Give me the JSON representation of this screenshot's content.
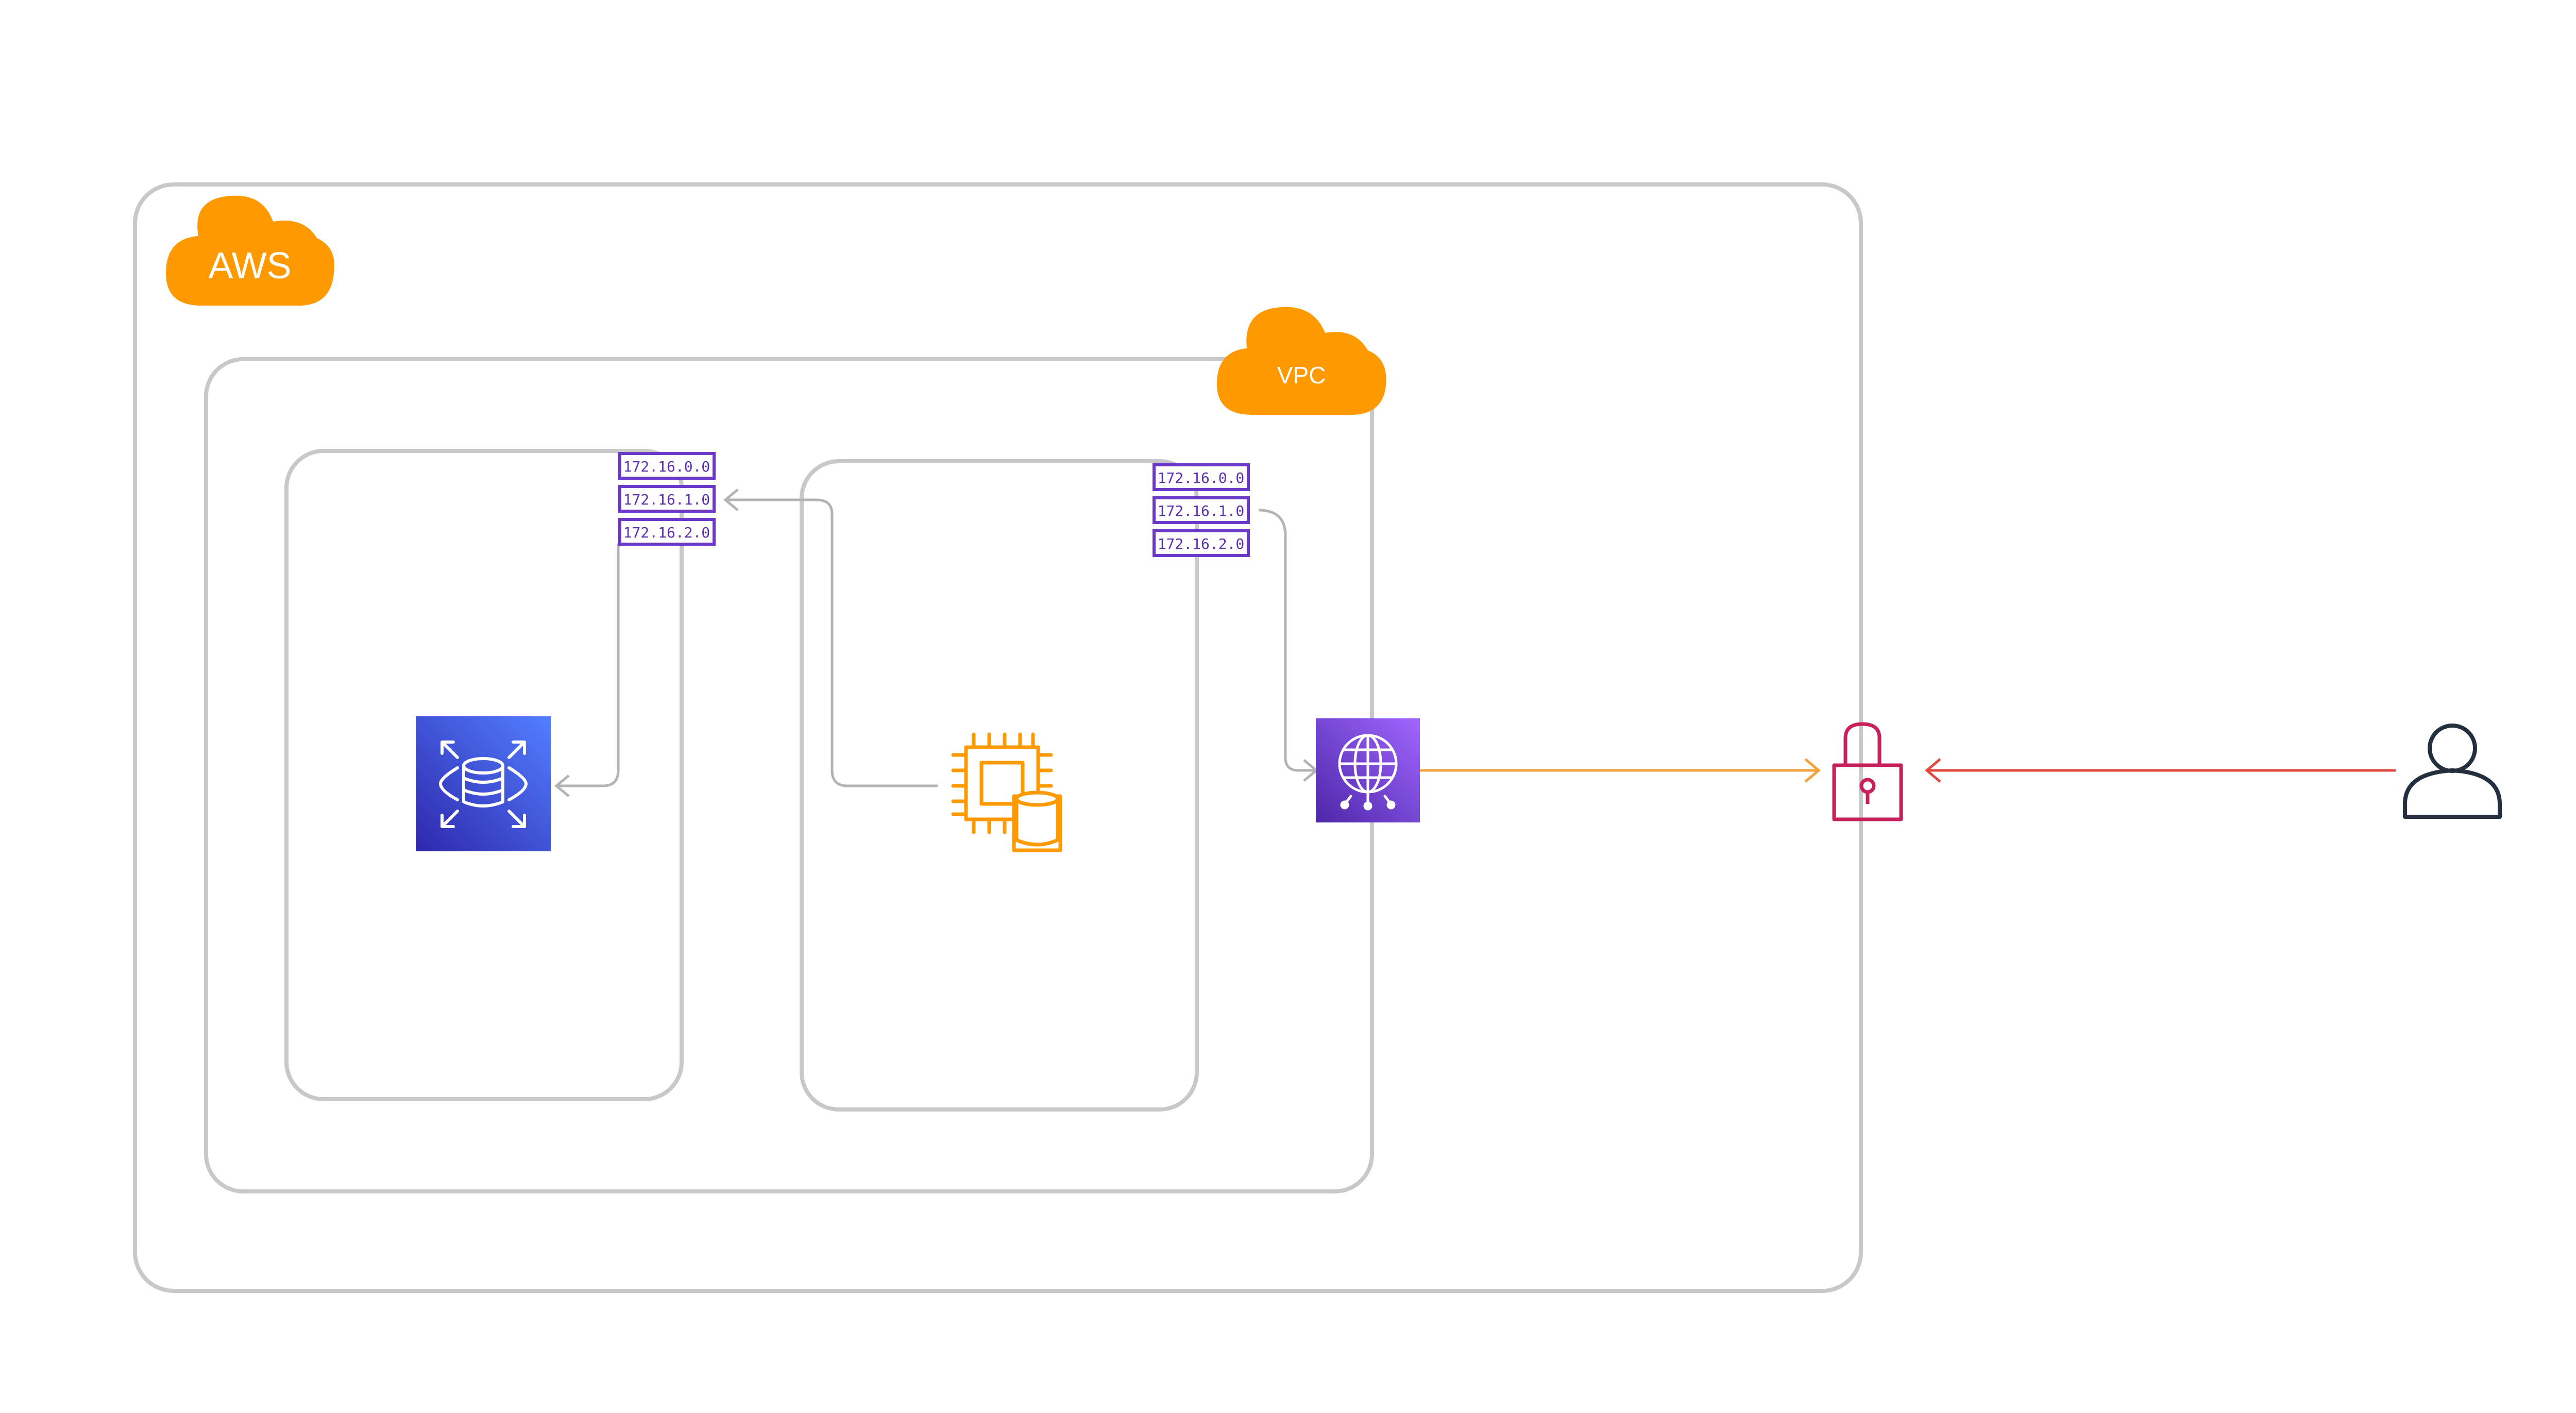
{
  "aws_cloud": {
    "label": "AWS"
  },
  "vpc_cloud": {
    "label": "VPC"
  },
  "subnet_a_route_table": {
    "entries": [
      "172.16.0.0",
      "172.16.1.0",
      "172.16.2.0"
    ]
  },
  "subnet_b_route_table": {
    "entries": [
      "172.16.0.0",
      "172.16.1.0",
      "172.16.2.0"
    ]
  },
  "icons": {
    "rds": "rds-database-icon",
    "ec2": "ec2-instance-icon",
    "gateway": "internet-gateway-icon",
    "lock": "lock-icon",
    "user": "user-icon"
  },
  "colors": {
    "aws_orange": "#ff9900",
    "rds_blue": "#3b48cc",
    "gateway_purple": "#7f3fdd",
    "route_purple": "#6a37c6",
    "lock_red": "#c7215d",
    "arrow_orange": "#f2a33a",
    "arrow_red": "#e5473f",
    "user_navy": "#232f3e",
    "frame_gray": "#c8c8c8"
  }
}
